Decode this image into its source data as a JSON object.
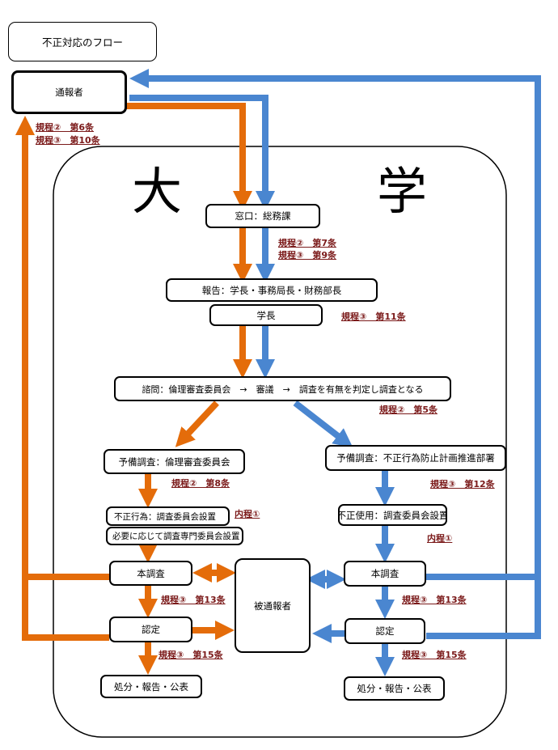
{
  "title": "不正対応のフロー",
  "university": {
    "char1": "大",
    "char2": "学"
  },
  "nodes": {
    "reporter": "通報者",
    "window": "窓口：総務課",
    "report": "報告：学長・事務局長・財務部長",
    "president": "学長",
    "inquiry": "諮問：倫理審査委員会　→　審議　→　調査を有無を判定し調査となる",
    "prelim_left": "予備調査：倫理審査委員会",
    "prelim_right": "予備調査：不正行為防止計画推進部署",
    "misconduct": "不正行為：調査委員会設置",
    "expert": "必要に応じて調査専門委員会設置",
    "misuse": "不正使用：調査委員会設置",
    "main_left": "本調査",
    "main_right": "本調査",
    "subject": "被通報者",
    "cert_left": "認定",
    "cert_right": "認定",
    "disp_left": "処分・報告・公表",
    "disp_right": "処分・報告・公表"
  },
  "refs": {
    "r1": "規程②　第6条",
    "r2": "規程③　第10条",
    "r3": "規程②　第7条",
    "r4": "規程③　第9条",
    "r5": "規程③　第11条",
    "r6": "規程②　第5条",
    "r7": "規程②　第8条",
    "r8": "規程③　第12条",
    "r9": "内程①",
    "r10": "内程①",
    "r11": "規程③　第13条",
    "r12": "規程③　第13条",
    "r13": "規程③　第15条",
    "r14": "規程③　第15条"
  },
  "colors": {
    "orange": "#e46c0a",
    "blue": "#4a86d0",
    "ref_text": "#7b1a1a"
  }
}
